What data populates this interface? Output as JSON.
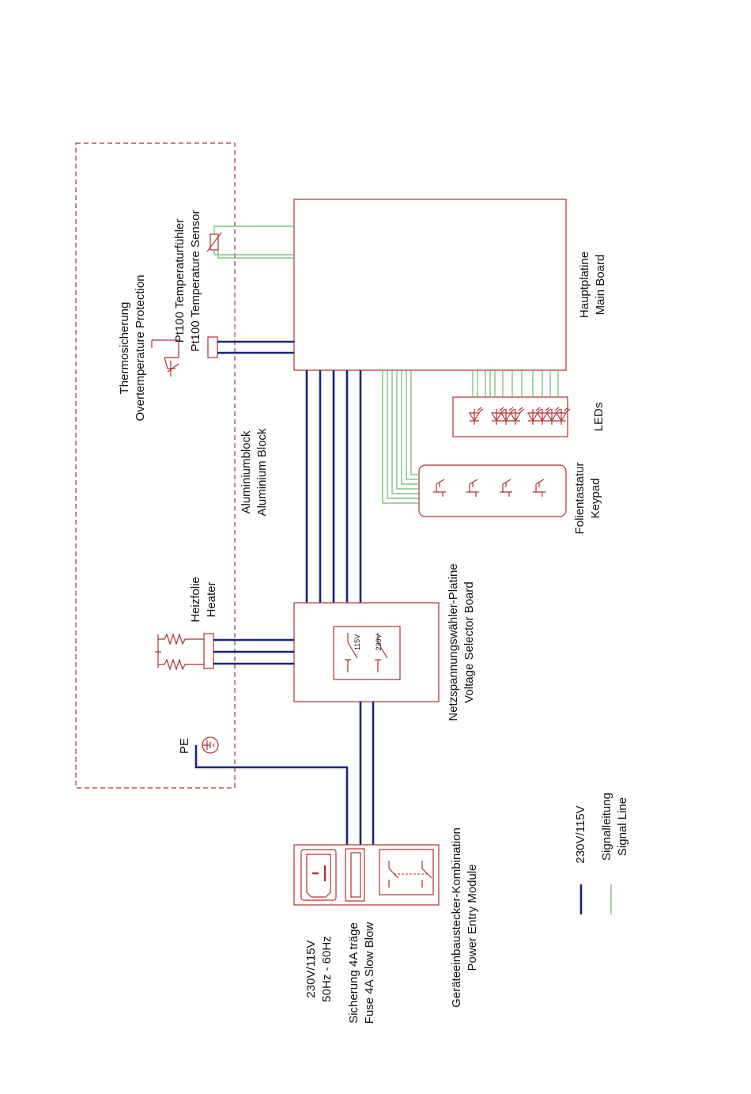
{
  "labels": {
    "main_board_de": "Hauptplatine",
    "main_board_en": "Main Board",
    "leds": "LEDs",
    "keypad_de": "Folientastatur",
    "keypad_en": "Keypad",
    "aluminium_de": "Aluminiumblock",
    "aluminium_en": "Aluminium Block",
    "thermo_de": "Thermosicherung",
    "thermo_en": "Overtemperature Protection",
    "sensor_de": "Pt100 Temperaturfühler",
    "sensor_en": "Pt100 Temperature Sensor",
    "heater_de": "Heizfolie",
    "heater_en": "Heater",
    "voltage_board_de": "Netzspannungswähler-Platine",
    "voltage_board_en": "Voltage Selector Board",
    "v115": "115V",
    "v230": "230V",
    "pe": "PE",
    "pem_de": "Geräteeinbaustecker-Kombination",
    "pem_en": "Power Entry Module",
    "input_voltage": "230V/115V",
    "input_freq": "50Hz - 60Hz",
    "fuse_de": "Sicherung 4A träge",
    "fuse_en": "Fuse 4A Slow Blow"
  },
  "legend": {
    "power_label": "230V/115V",
    "signal_de": "Signalleitung",
    "signal_en": "Signal Line"
  },
  "colors": {
    "power_line": "#1a237e",
    "signal_line": "#66bb6a",
    "component": "#b03030",
    "enclosure": "#b03030"
  }
}
